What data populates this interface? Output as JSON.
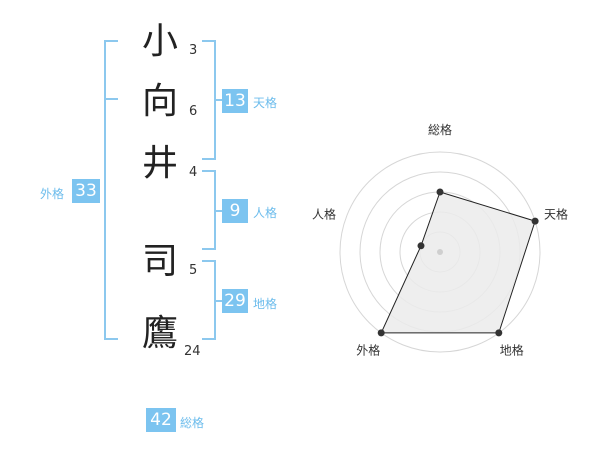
{
  "name": {
    "characters": [
      {
        "char": "小",
        "strokes": "3"
      },
      {
        "char": "向",
        "strokes": "6"
      },
      {
        "char": "井",
        "strokes": "4"
      },
      {
        "char": "司",
        "strokes": "5"
      },
      {
        "char": "鷹",
        "strokes": "24"
      }
    ]
  },
  "fortune": {
    "tenkaku": {
      "value": "13",
      "label": "天格"
    },
    "jinkaku": {
      "value": "9",
      "label": "人格"
    },
    "chikaku": {
      "value": "29",
      "label": "地格"
    },
    "gaikaku": {
      "value": "33",
      "label": "外格"
    },
    "soukaku": {
      "value": "42",
      "label": "総格"
    }
  },
  "colors": {
    "bracket": "#8cc8ee",
    "badge": "#7cc4f0",
    "badge_label": "#6cbcec",
    "radar_fill": "#ebebeb",
    "radar_stroke": "#222222"
  },
  "chart_data": {
    "type": "radar",
    "axes": [
      "総格",
      "天格",
      "地格",
      "外格",
      "人格"
    ],
    "values": [
      3,
      5,
      5,
      5,
      1
    ],
    "range": [
      0,
      5
    ],
    "rings": 5
  }
}
